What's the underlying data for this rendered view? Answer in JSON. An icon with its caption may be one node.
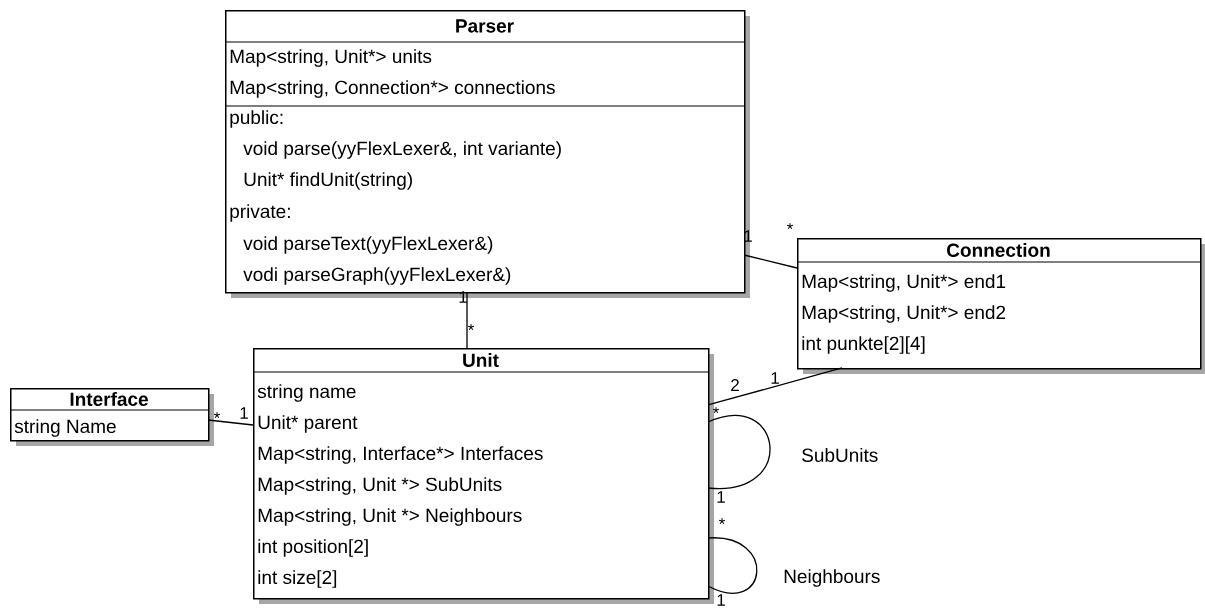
{
  "diagram": {
    "nodes": [
      {
        "text": [
          "Parser",
          "Map<string, Unit*> units",
          "Map<string, Connection*> connections",
          "public:",
          "void parse(yyFlexLexer&, int variante)",
          "Unit* findUnit(string)",
          "private:",
          "void parseText(yyFlexLexer&)",
          "vodi parseGraph(yyFlexLexer&)"
        ]
      },
      {
        "text": [
          "Connection",
          "Map<string, Unit*> end1",
          "Map<string, Unit*> end2",
          "int punkte[2][4]"
        ]
      },
      {
        "text": [
          "Unit",
          "string name",
          "Unit* parent",
          "Map<string, Interface*> Interfaces",
          "Map<string, Unit *> SubUnits",
          "Map<string, Unit *> Neighbours",
          "int position[2]",
          "int size[2]"
        ]
      },
      {
        "text": [
          "Interface",
          "string Name"
        ]
      }
    ],
    "edges": [
      {
        "from": 0,
        "to": 1,
        "arrow": "none"
      },
      {
        "from": 0,
        "to": 2,
        "arrow": "none"
      },
      {
        "from": 2,
        "to": 1,
        "arrow": "none"
      },
      {
        "from": 3,
        "to": 2,
        "arrow": "none"
      },
      {
        "from": 2,
        "to": 2,
        "arrow": "none",
        "label": "SubUnits"
      },
      {
        "from": 2,
        "to": 2,
        "arrow": "none",
        "label": "Neighbours"
      }
    ],
    "labels": [
      "1",
      "*",
      "1",
      "*",
      "1",
      "2",
      "*",
      "*",
      "1",
      "1",
      "*",
      "1"
    ]
  }
}
